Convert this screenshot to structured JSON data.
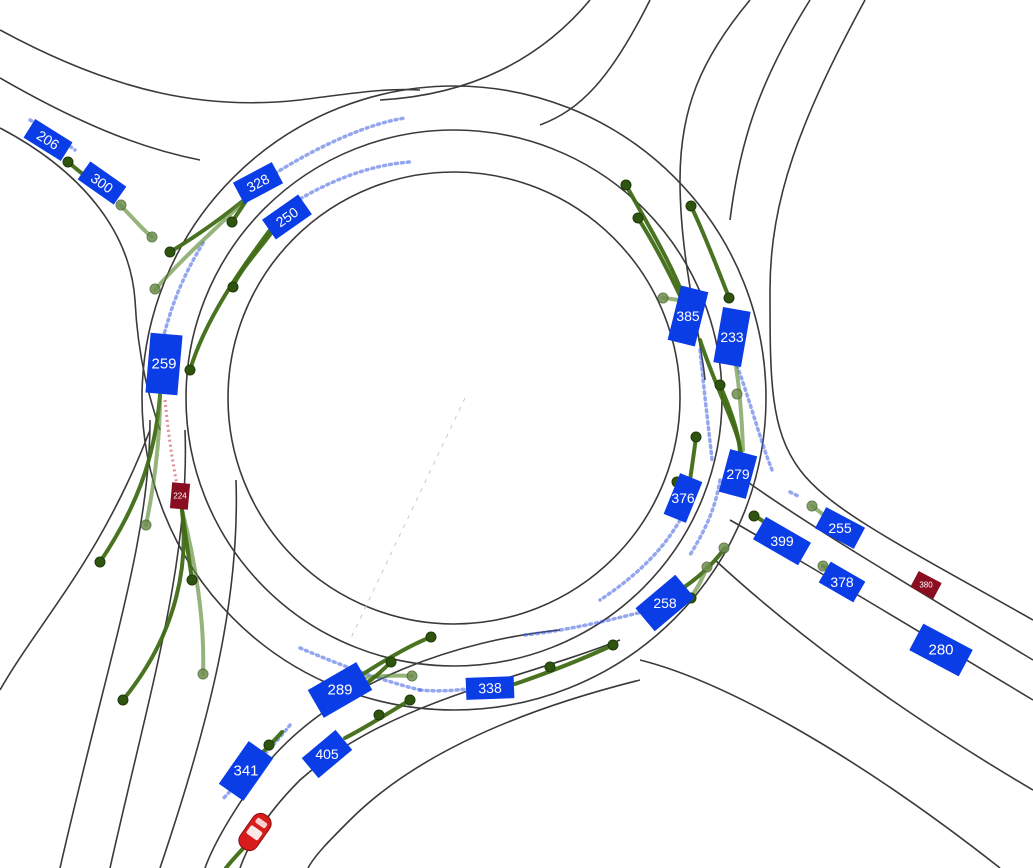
{
  "vehicles": [
    {
      "id": "206",
      "type": "car",
      "color": "#0b3de6"
    },
    {
      "id": "300",
      "type": "car",
      "color": "#0b3de6"
    },
    {
      "id": "328",
      "type": "car",
      "color": "#0b3de6"
    },
    {
      "id": "250",
      "type": "car",
      "color": "#0b3de6"
    },
    {
      "id": "259",
      "type": "car",
      "color": "#0b3de6"
    },
    {
      "id": "224",
      "type": "car",
      "color": "#8a0e22"
    },
    {
      "id": "385",
      "type": "car",
      "color": "#0b3de6"
    },
    {
      "id": "233",
      "type": "car",
      "color": "#0b3de6"
    },
    {
      "id": "279",
      "type": "car",
      "color": "#0b3de6"
    },
    {
      "id": "376",
      "type": "car",
      "color": "#0b3de6"
    },
    {
      "id": "399",
      "type": "car",
      "color": "#0b3de6"
    },
    {
      "id": "255",
      "type": "car",
      "color": "#0b3de6"
    },
    {
      "id": "378",
      "type": "car",
      "color": "#0b3de6"
    },
    {
      "id": "380",
      "type": "car",
      "color": "#8a0e22"
    },
    {
      "id": "280",
      "type": "car",
      "color": "#0b3de6"
    },
    {
      "id": "258",
      "type": "car",
      "color": "#0b3de6"
    },
    {
      "id": "338",
      "type": "car",
      "color": "#0b3de6"
    },
    {
      "id": "289",
      "type": "car",
      "color": "#0b3de6"
    },
    {
      "id": "405",
      "type": "car",
      "color": "#0b3de6"
    },
    {
      "id": "341",
      "type": "car",
      "color": "#0b3de6"
    }
  ],
  "ego": {
    "label": "ego-vehicle",
    "color": "#d81b1b"
  }
}
